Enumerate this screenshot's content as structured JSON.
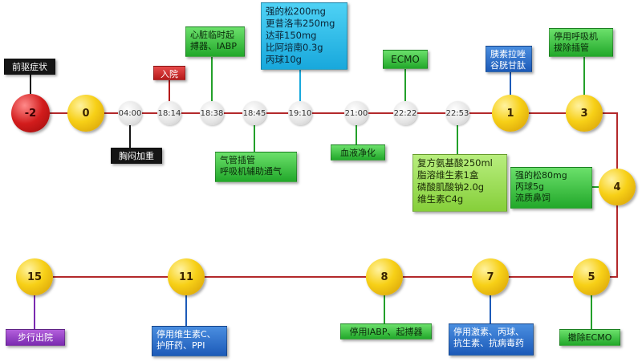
{
  "colors": {
    "timeline": "#b3292b",
    "connector_green": "#23a02a",
    "connector_blue": "#1c5ab8",
    "connector_red": "#b51a1a",
    "connector_black": "#151515",
    "connector_cyan": "#18a8dc",
    "connector_purple": "#7b2bb0"
  },
  "day_nodes": [
    {
      "id": "d-2",
      "label": "-2",
      "style": "red"
    },
    {
      "id": "d0",
      "label": "0",
      "style": "yellow"
    },
    {
      "id": "d1",
      "label": "1",
      "style": "yellow"
    },
    {
      "id": "d3",
      "label": "3",
      "style": "yellow"
    },
    {
      "id": "d4",
      "label": "4",
      "style": "yellow"
    },
    {
      "id": "d5",
      "label": "5",
      "style": "yellow"
    },
    {
      "id": "d7",
      "label": "7",
      "style": "yellow"
    },
    {
      "id": "d8",
      "label": "8",
      "style": "yellow"
    },
    {
      "id": "d11",
      "label": "11",
      "style": "yellow"
    },
    {
      "id": "d15",
      "label": "15",
      "style": "yellow"
    }
  ],
  "time_nodes": [
    {
      "id": "t0400",
      "label": "04:00"
    },
    {
      "id": "t1814",
      "label": "18:14"
    },
    {
      "id": "t1838",
      "label": "18:38"
    },
    {
      "id": "t1845",
      "label": "18:45"
    },
    {
      "id": "t1910",
      "label": "19:10"
    },
    {
      "id": "t2100",
      "label": "21:00"
    },
    {
      "id": "t2222",
      "label": "22:22"
    },
    {
      "id": "t2253",
      "label": "22:53"
    }
  ],
  "events": [
    {
      "id": "e-prodrome",
      "lines": [
        "前驱症状"
      ],
      "style": "black"
    },
    {
      "id": "e-chest",
      "lines": [
        "胸闷加重"
      ],
      "style": "black"
    },
    {
      "id": "e-admit",
      "lines": [
        "入院"
      ],
      "style": "red"
    },
    {
      "id": "e-pacer",
      "lines": [
        "心脏临时起",
        "搏器、IABP"
      ],
      "style": "green"
    },
    {
      "id": "e-intubate",
      "lines": [
        "气管插管",
        "呼吸机辅助通气"
      ],
      "style": "green"
    },
    {
      "id": "e-drugs",
      "lines": [
        "强的松200mg",
        "更昔洛韦250mg",
        "达菲150mg",
        "比阿培南0.3g",
        "丙球10g"
      ],
      "style": "cyan"
    },
    {
      "id": "e-cvvh",
      "lines": [
        "血液净化"
      ],
      "style": "green"
    },
    {
      "id": "e-ecmo",
      "lines": [
        "ECMO"
      ],
      "style": "green"
    },
    {
      "id": "e-nutrition",
      "lines": [
        "复方氨基酸250ml",
        "脂溶维生素1盒",
        "磷酸肌酸钠2.0g",
        "维生素C4g"
      ],
      "style": "lightgreen"
    },
    {
      "id": "e-insulin",
      "lines": [
        "胰素拉唑",
        "谷胱甘肽"
      ],
      "style": "blue"
    },
    {
      "id": "e-extubate",
      "lines": [
        "停用呼吸机",
        "拔除插管"
      ],
      "style": "green"
    },
    {
      "id": "e-day4",
      "lines": [
        "强的松80mg",
        "丙球5g",
        "流质鼻饲"
      ],
      "style": "green"
    },
    {
      "id": "e-removeecmo",
      "lines": [
        "撤除ECMO"
      ],
      "style": "green"
    },
    {
      "id": "e-day7",
      "lines": [
        "停用激素、丙球、",
        "抗生素、抗病毒药"
      ],
      "style": "blue"
    },
    {
      "id": "e-day8",
      "lines": [
        "停用IABP、起搏器"
      ],
      "style": "green"
    },
    {
      "id": "e-day11",
      "lines": [
        "停用维生素C、",
        "护肝药、PPI"
      ],
      "style": "blue"
    },
    {
      "id": "e-discharge",
      "lines": [
        "步行出院"
      ],
      "style": "purple"
    }
  ]
}
